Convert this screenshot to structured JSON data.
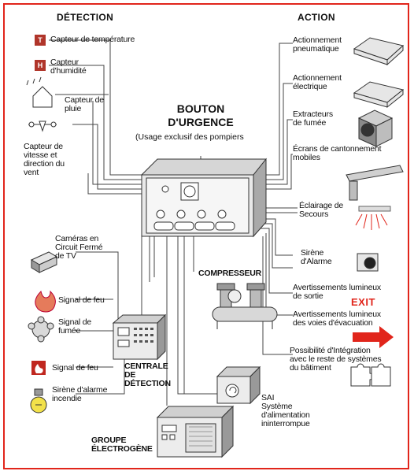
{
  "headers": {
    "detection": "DÉTECTION",
    "action": "ACTION"
  },
  "center": {
    "title_line1": "BOUTON",
    "title_line2": "D'URGENCE",
    "subtitle": "(Usage exclusif des pompiers"
  },
  "detection": [
    {
      "badge": "T",
      "label": "Capteur de température"
    },
    {
      "badge": "H",
      "label": "Capteur\nd'humidité"
    },
    {
      "label": "Capteur de\npluie"
    },
    {
      "label": "Capteur de\nvitesse et\ndirection du\nvent"
    }
  ],
  "inputs": [
    {
      "label": "Caméras en\nCircuit Fermé\nde TV"
    },
    {
      "label": "Signal de feu"
    },
    {
      "label": "Signal de\nfumée"
    },
    {
      "label": "Signal de feu"
    },
    {
      "label": "Sirène d'alarme\nincendie"
    }
  ],
  "actions": [
    {
      "label": "Actionnement\npneumatique"
    },
    {
      "label": "Actionnement\nélectrique"
    },
    {
      "label": "Extracteurs\nde fumée"
    },
    {
      "label": "Écrans de cantonnement\nmobiles"
    },
    {
      "label": "Éclairage de\nSecours"
    },
    {
      "label": "Sirène\nd'Alarme"
    },
    {
      "label": "Avertissements lumineux\nde sortie"
    },
    {
      "label": "Avertissements lumineux\ndes voies d'évacuation"
    },
    {
      "label": "Possibilité d'Intégration\navec le reste de systèmes\ndu bâtiment"
    }
  ],
  "exit_sign": "EXIT",
  "compressor": "COMPRESSEUR",
  "central": "CENTRALE\nDE\nDÉTECTION",
  "ups": "SAI\nSystème\nd'alimentation\nininterrompue",
  "generator": "GROUPE\nÉLECTROGÈNE",
  "colors": {
    "frame": "#e1251b",
    "badge": "#b0352a",
    "exit": "#e1251b",
    "arrow": "#e1251b"
  }
}
